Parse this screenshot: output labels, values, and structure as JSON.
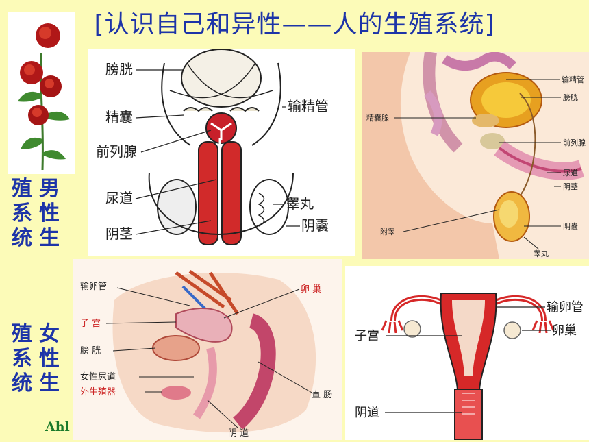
{
  "title": "[认识自己和异性——人的生殖系统]",
  "side_labels": {
    "male": [
      "殖",
      "系",
      "统",
      "男",
      "性",
      "生"
    ],
    "female": [
      "殖",
      "系",
      "统",
      "女",
      "性",
      "生"
    ]
  },
  "male_front": {
    "bladder": "膀胱",
    "seminal_vesicle": "精囊",
    "vas_deferens": "输精管",
    "prostate": "前列腺",
    "urethra": "尿道",
    "testis": "睾丸",
    "penis": "阴茎",
    "scrotum": "阴囊"
  },
  "male_side": {
    "vas_deferens": "输精管",
    "bladder": "膀胱",
    "seminal_vesicle": "精囊腺",
    "prostate": "前列腺",
    "urethra": "尿道",
    "penis": "阴茎",
    "epididymis": "附睾",
    "scrotum": "阴囊",
    "testis": "睾丸"
  },
  "female_side": {
    "oviduct": "输卵管",
    "ovary": "卵  巢",
    "uterus": "子  宫",
    "bladder": "膀  胱",
    "urethra": "女性尿道",
    "external": "外生殖器",
    "rectum": "直  肠",
    "vagina": "阴  道"
  },
  "female_front": {
    "oviduct": "输卵管",
    "uterus": "子宫",
    "ovary": "卵巢",
    "vagina": "阴道"
  },
  "footer": "Ahl"
}
